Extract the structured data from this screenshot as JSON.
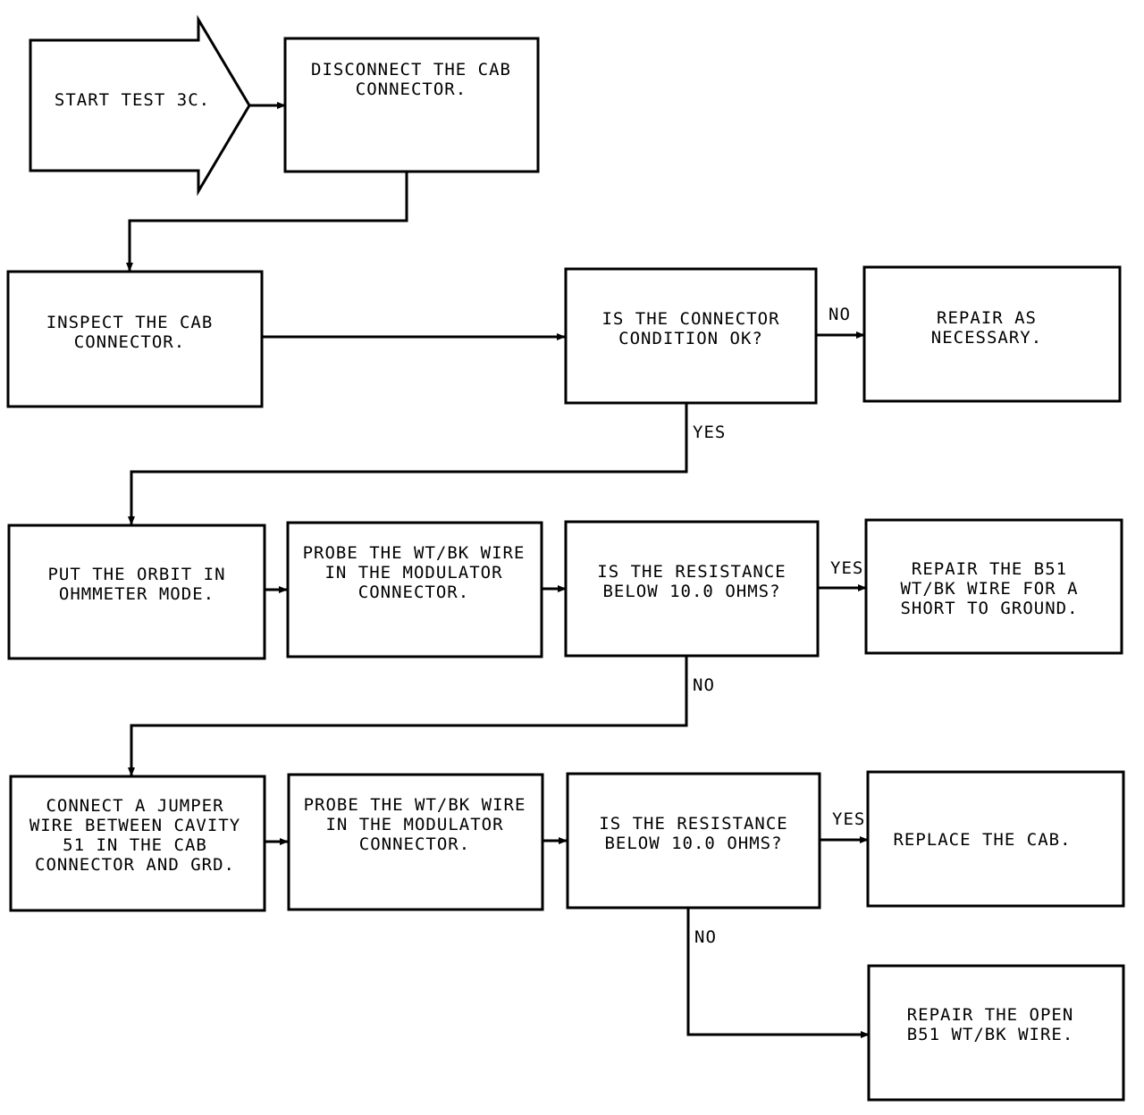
{
  "nodes": {
    "start": [
      "START TEST 3C."
    ],
    "disconnect": [
      "DISCONNECT THE CAB",
      "CONNECTOR."
    ],
    "inspect": [
      "INSPECT THE CAB",
      "CONNECTOR."
    ],
    "condition_ok": [
      "IS THE CONNECTOR",
      "CONDITION OK?"
    ],
    "repair_as_necessary": [
      "REPAIR AS",
      "NECESSARY."
    ],
    "put_orbit": [
      "PUT THE ORBIT IN",
      "OHMMETER MODE."
    ],
    "probe_1": [
      "PROBE THE WT/BK WIRE",
      "IN THE MODULATOR",
      "CONNECTOR."
    ],
    "resistance_1": [
      "IS THE RESISTANCE",
      "BELOW 10.0 OHMS?"
    ],
    "repair_short": [
      "REPAIR THE B51",
      "WT/BK WIRE FOR A",
      "SHORT TO GROUND."
    ],
    "connect_jumper": [
      "CONNECT A JUMPER",
      "WIRE BETWEEN CAVITY",
      "51 IN THE CAB",
      "CONNECTOR AND GRD."
    ],
    "probe_2": [
      "PROBE THE WT/BK WIRE",
      "IN THE MODULATOR",
      "CONNECTOR."
    ],
    "resistance_2": [
      "IS THE RESISTANCE",
      "BELOW 10.0 OHMS?"
    ],
    "replace_cab": [
      "REPLACE THE CAB."
    ],
    "repair_open": [
      "REPAIR THE OPEN",
      "B51 WT/BK WIRE."
    ]
  },
  "edge_labels": {
    "condition_no": "NO",
    "condition_yes": "YES",
    "resistance1_yes": "YES",
    "resistance1_no": "NO",
    "resistance2_yes": "YES",
    "resistance2_no": "NO"
  }
}
